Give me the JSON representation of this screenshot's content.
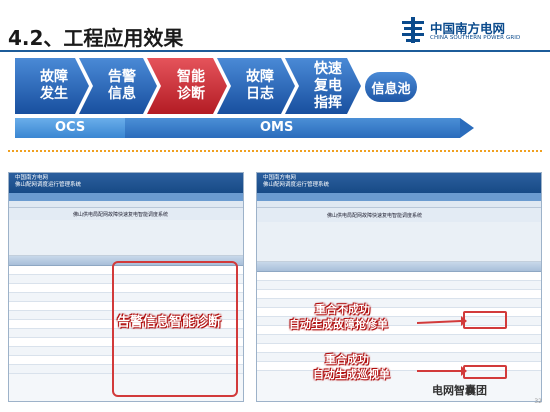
{
  "title": "4.2、工程应用效果",
  "logo": {
    "cn": "中国南方电网",
    "en": "CHINA SOUTHERN POWER GRID"
  },
  "flow_steps": [
    {
      "label": "故障\n发生",
      "color": "blue"
    },
    {
      "label": "告警\n信息",
      "color": "blue"
    },
    {
      "label": "智能\n诊断",
      "color": "red"
    },
    {
      "label": "故障\n日志",
      "color": "blue"
    },
    {
      "label": "快速\n复电\n指挥",
      "color": "blue"
    }
  ],
  "info_pool": "信息池",
  "bar": {
    "left_label": "OCS",
    "right_label": "OMS"
  },
  "left_shot": {
    "header": "中国南方电网\n佛山配网调度运行管理系统",
    "system_title": "佛山供电局配网故障快速复电智能调度系统",
    "callout": "告警信息智能诊断"
  },
  "right_shot": {
    "header": "中国南方电网\n佛山配网调度运行管理系统",
    "system_title": "佛山供电局配网故障快速复电智能调度系统",
    "callout1_line1": "重合不成功",
    "callout1_line2": "自动生成故障抢修单",
    "callout2_line1": "重合成功",
    "callout2_line2": "自动生成巡视单"
  },
  "watermark": "电网智囊团",
  "page_number": "32",
  "colors": {
    "brand_blue": "#1a52a3",
    "highlight_red": "#b81e26"
  }
}
